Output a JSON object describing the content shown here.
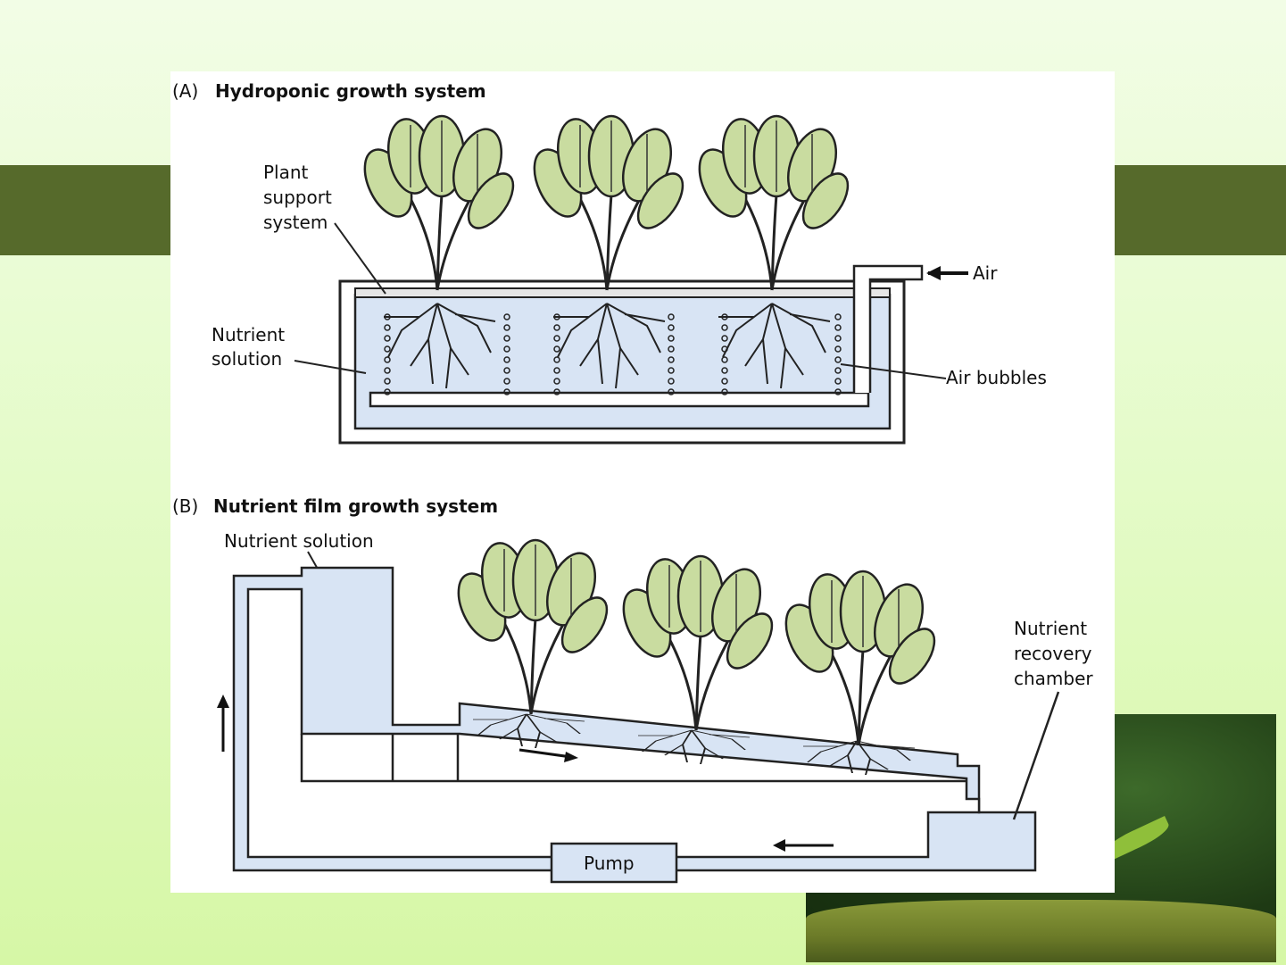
{
  "panel_a": {
    "prefix": "(A)",
    "title": "Hydroponic growth system",
    "labels": {
      "plant_support": [
        "Plant",
        "support",
        "system"
      ],
      "nutrient_solution": [
        "Nutrient",
        "solution"
      ],
      "air": "Air",
      "air_bubbles": "Air bubbles"
    }
  },
  "panel_b": {
    "prefix": "(B)",
    "title": "Nutrient film growth system",
    "labels": {
      "nutrient_solution": "Nutrient solution",
      "recovery": [
        "Nutrient",
        "recovery",
        "chamber"
      ],
      "pump": "Pump"
    }
  },
  "colors": {
    "solution": "#d8e4f4",
    "leaf": "#c9dca0",
    "band": "#566a2b"
  }
}
